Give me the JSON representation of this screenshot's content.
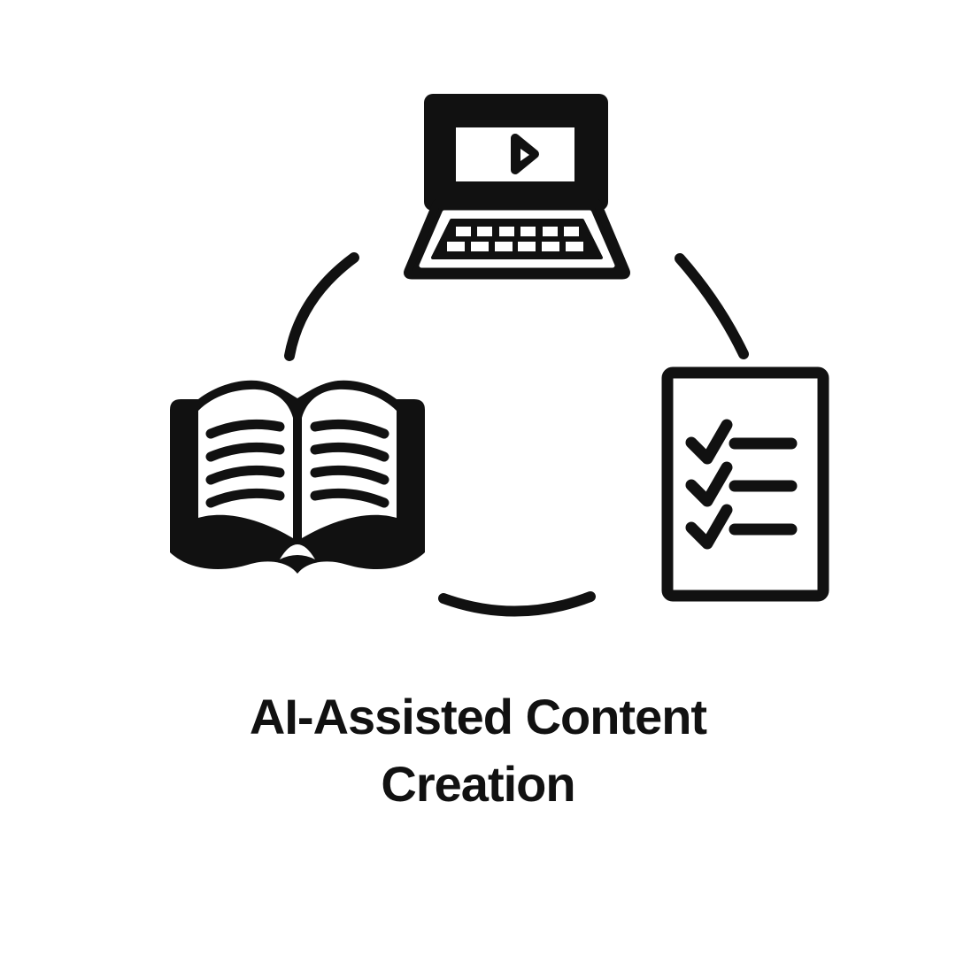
{
  "colors": {
    "background": "#ffffff",
    "ink": "#111111"
  },
  "title": {
    "line1": "AI-Assisted Content",
    "line2": "Creation"
  },
  "icons": [
    {
      "id": "laptop-video-icon",
      "label": "laptop with video play button"
    },
    {
      "id": "open-book-icon",
      "label": "open book with text lines"
    },
    {
      "id": "checklist-icon",
      "label": "checklist document with three checked items"
    }
  ],
  "connectors": [
    {
      "id": "arc-upper-left",
      "label": "arc from book to laptop"
    },
    {
      "id": "arc-upper-right",
      "label": "arc from laptop to checklist"
    },
    {
      "id": "arc-bottom",
      "label": "arc from book to checklist"
    }
  ]
}
